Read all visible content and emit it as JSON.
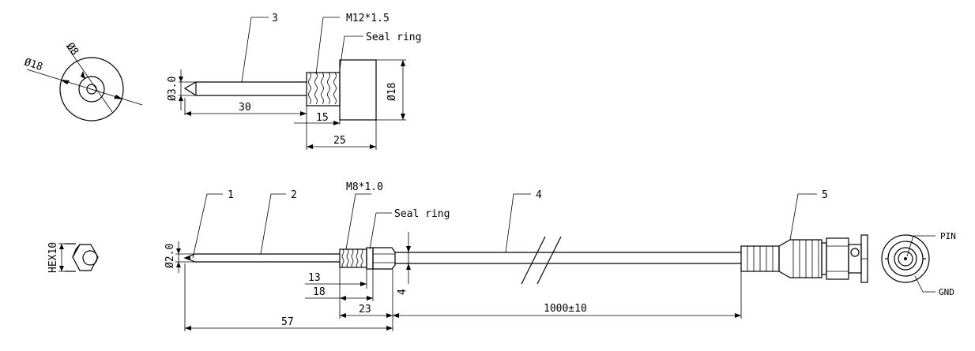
{
  "top_view": {
    "labels": {
      "dia_18": "Ø18",
      "dia_8": "Ø8",
      "callout_3": "3",
      "thread": "M12*1.5",
      "seal_ring": "Seal ring",
      "dia_3": "Ø3.0",
      "dia_18_body": "Ø18",
      "len_30": "30",
      "len_15": "15",
      "len_25": "25"
    }
  },
  "bottom_view": {
    "labels": {
      "hex": "HEX10",
      "callout_1": "1",
      "callout_2": "2",
      "thread": "M8*1.0",
      "seal_ring": "Seal ring",
      "callout_4": "4",
      "callout_5": "5",
      "dia_2": "Ø2.0",
      "len_13": "13",
      "len_18": "18",
      "len_23": "23",
      "gap_4": "4",
      "len_57": "57",
      "len_1000": "1000±10",
      "pin": "PIN",
      "gnd": "GND"
    }
  }
}
